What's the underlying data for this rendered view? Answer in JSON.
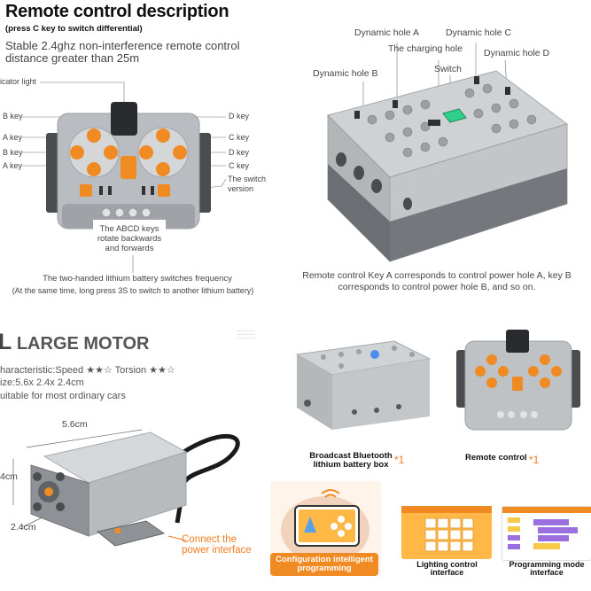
{
  "header": {
    "title": "Remote control description",
    "subtitle": "(press C key to switch differential)",
    "description": "Stable 2.4ghz non-interference remote control distance greater than 25m"
  },
  "remote_labels": {
    "indicator": "icator light",
    "b_key_1": "B key",
    "a_key_1": "A key",
    "b_key_2": "B key",
    "a_key_2": "A key",
    "d_key_1": "D key",
    "c_key_1": "C key",
    "d_key_2": "D key",
    "c_key_2": "C key",
    "switch_version": "The switch version",
    "abcd_note": "The ABCD keys rotate backwards and forwards",
    "battery_note": "The two-handed lithium battery switches frequency",
    "long_press_note": "(At the same time, long press 3S to switch to another lithium battery)"
  },
  "box_labels": {
    "hole_a": "Dynamic hole A",
    "hole_c": "Dynamic hole C",
    "charging": "The charging hole",
    "hole_d": "Dynamic hole D",
    "switch": "Switch",
    "hole_b": "Dynamic hole B",
    "mapping_note": "Remote control Key A corresponds to control power hole A, key B corresponds to control power hole B, and so on."
  },
  "motor": {
    "letter": "L",
    "title": "LARGE MOTOR",
    "characteristic": "haracteristic:Speed ★★☆   Torsion ★★☆",
    "size": "ize:5.6x 2.4x 2.4cm",
    "suitable": "uitable for most ordinary cars",
    "dim_length": "5.6cm",
    "dim_height": "4cm",
    "dim_width": "2.4cm",
    "connect": "Connect the power interface"
  },
  "products": {
    "box_caption": "Broadcast Bluetooth lithium battery box",
    "box_qty": "*1",
    "remote_caption": "Remote control",
    "remote_qty": "*1"
  },
  "app": {
    "config_label": "Configuration intelligent programming",
    "lighting_label": "Lighting control interface",
    "programming_label": "Programming mode interface"
  },
  "colors": {
    "accent_orange": "#f08a22",
    "body_gray": "#a8acb0",
    "dark_gray": "#6b6e72",
    "indicator_green": "#2fd08a"
  }
}
